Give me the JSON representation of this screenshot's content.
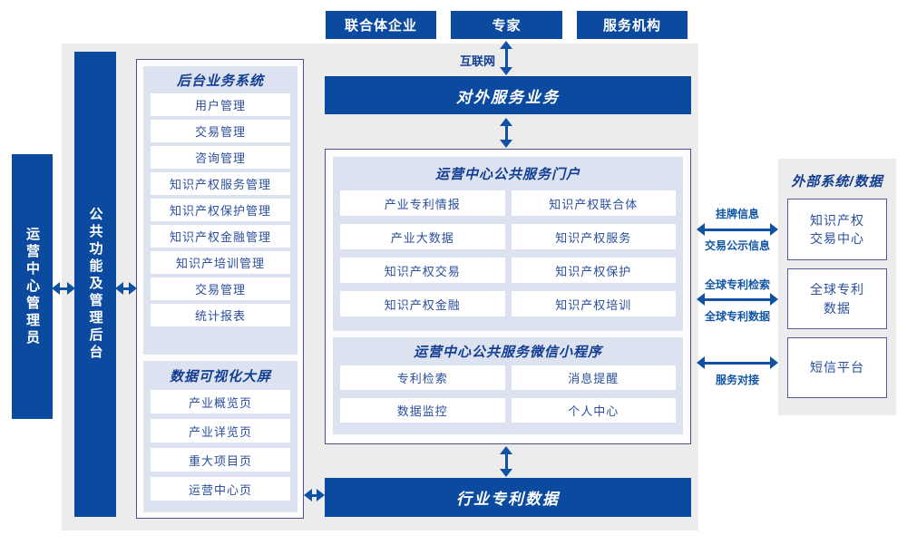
{
  "colors": {
    "primary": "#0b4a9e",
    "arrow": "#0f52a4",
    "gray": "#ececed",
    "lavender": "#dde2f1",
    "outer-border": "#4d5190",
    "outer-fill": "#fdfdff",
    "title-text": "#123e92",
    "item-text": "#2a4f9f",
    "label-text": "#1155a5"
  },
  "top_actors": [
    {
      "label": "联合体企业"
    },
    {
      "label": "专家"
    },
    {
      "label": "服务机构"
    }
  ],
  "internet_label": "互联网",
  "external_service_bar": "对外服务业务",
  "admin_sidebar": "运营中心管理员",
  "backend_sidebar": "公共功能及管理后台",
  "backend_system": {
    "title": "后台业务系统",
    "items": [
      "用户管理",
      "交易管理",
      "咨询管理",
      "知识产权服务管理",
      "知识产权保护管理",
      "知识产权金融管理",
      "知识产培训管理",
      "交易管理",
      "统计报表"
    ]
  },
  "data_screen": {
    "title": "数据可视化大屏",
    "items": [
      "产业概览页",
      "产业详览页",
      "重大项目页",
      "运营中心页"
    ]
  },
  "portal": {
    "title": "运营中心公共服务门户",
    "items": [
      "产业专利情报",
      "知识产权联合体",
      "产业大数据",
      "知识产权服务",
      "知识产权交易",
      "知识产权保护",
      "知识产权金融",
      "知识产权培训"
    ]
  },
  "miniprogram": {
    "title": "运营中心公共服务微信小程序",
    "items": [
      "专利检索",
      "消息提醒",
      "数据监控",
      "个人中心"
    ]
  },
  "industry_bar": "行业专利数据",
  "external_panel": {
    "title": "外部系统/数据",
    "boxes": [
      {
        "line1": "知识产权",
        "line2": "交易中心"
      },
      {
        "line1": "全球专利",
        "line2": "数据"
      },
      {
        "line1": "短信平台",
        "line2": ""
      }
    ]
  },
  "right_links": [
    {
      "above": "挂牌信息",
      "below": "交易公示信息"
    },
    {
      "above": "全球专利检索",
      "below": "全球专利数据"
    },
    {
      "above": "",
      "below": "服务对接"
    }
  ]
}
